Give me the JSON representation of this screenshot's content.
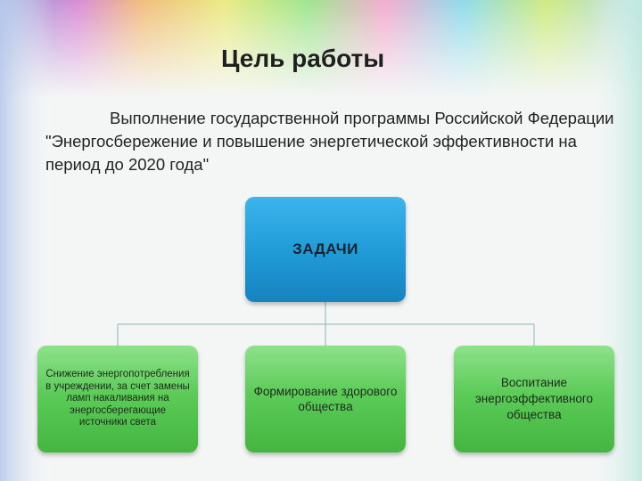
{
  "slide": {
    "title": "Цель работы",
    "goal_text": "Выполнение государственной программы Российской Федерации \"Энергосбережение и повышение энергетической эффективности на период до 2020 года\""
  },
  "diagram": {
    "root": {
      "label": "ЗАДАЧИ",
      "color": "#1f9ad6"
    },
    "children": [
      {
        "label": "Снижение энергопотребления в учреждении, за счет замены ламп накаливания на энергосберегающие источники света",
        "color": "#5ccb58"
      },
      {
        "label": "Формирование здорового общества",
        "color": "#5ccb58"
      },
      {
        "label": "Воспитание энергоэффективного общества",
        "color": "#5ccb58"
      }
    ]
  }
}
